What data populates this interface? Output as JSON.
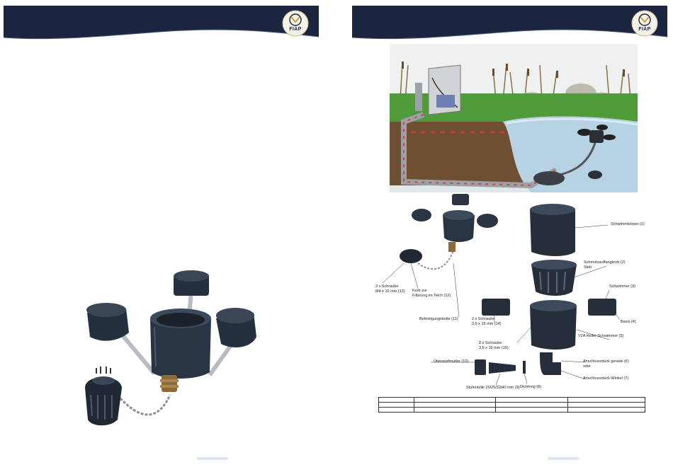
{
  "brand": {
    "logo_text": "FIAP",
    "header_color": "#1c2540"
  },
  "right_page": {
    "part_labels": [
      "Schwimmkörper (1)",
      "Schmutzauffangkorb (2)\nSieb",
      "Schwimmer (3)",
      "Basis (4)",
      "V2A Heller Schwimmer (5)",
      "Anschlussstück gerade (6)\noder",
      "Anschlussstück Winkel (7)",
      "Dichtring (8)",
      "Stufentülle 20/25/32/40 mm (9)",
      "Überwurfmutter (10)",
      "Befestigungskette (11)",
      "3 x Schraube\nM4 x 16 mm (13)",
      "Korb zur\nFilterung im Teich (12)",
      "2 x Schraube\n3,5 x 16 mm (14)",
      "2 x Schraube\n3,5 x 16 mm (15)"
    ],
    "parts_table": [
      [
        "",
        "",
        "",
        ""
      ],
      [
        "",
        "",
        "",
        ""
      ],
      [
        "",
        "",
        "",
        ""
      ]
    ]
  }
}
